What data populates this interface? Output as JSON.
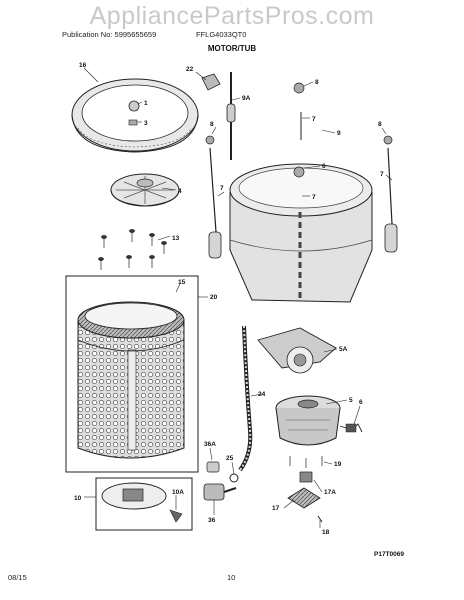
{
  "watermark": "AppliancePartsPros.com",
  "header": {
    "publication": "Publication No: 5995655659",
    "model": "FFLG4033QT0",
    "section_title": "MOTOR/TUB"
  },
  "diagram": {
    "drawing_code": "P17T0069",
    "callouts": {
      "c16": "16",
      "c1": "1",
      "c3": "3",
      "c4": "4",
      "c13": "13",
      "c15": "15",
      "c20": "20",
      "c10": "10",
      "c10a": "10A",
      "c22": "22",
      "c9a": "9A",
      "c8a": "8",
      "c8b": "8",
      "c8c": "8",
      "c9": "9",
      "c7a": "7",
      "c7b": "7",
      "c7c": "7",
      "c7d": "7",
      "c6": "6",
      "c5a": "5A",
      "c24": "24",
      "c5": "5",
      "c6b": "6",
      "c36a": "36A",
      "c25": "25",
      "c19": "19",
      "c17a": "17A",
      "c17": "17",
      "c18": "18",
      "c36": "36"
    }
  },
  "footer": {
    "date": "08/15",
    "page": "10"
  }
}
